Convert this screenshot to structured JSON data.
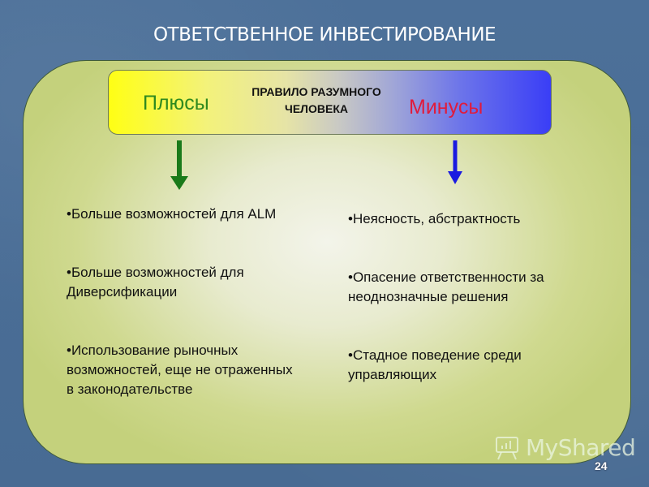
{
  "slide": {
    "title": "ОТВЕТСТВЕННОЕ ИНВЕСТИРОВАНИЕ",
    "page_number": "24"
  },
  "rule_bar": {
    "plus_label": "Плюсы",
    "center_title_line1": "ПРАВИЛО РАЗУМНОГО",
    "center_title_line2": "ЧЕЛОВЕКА",
    "minus_label": "Минусы",
    "colors": {
      "gradient_left": "#ffff14",
      "gradient_right": "#3a3ef6",
      "plus_text": "#2f8a1f",
      "minus_text": "#e01b3c"
    }
  },
  "arrows": {
    "left_color": "#1a7a1a",
    "right_color": "#1a1ae0"
  },
  "pros": [
    "•Больше возможностей для ALM",
    "•Больше возможностей для Диверсификации",
    "•Использование рыночных возможностей, еще не отраженных  в законодательстве"
  ],
  "cons": [
    "•Неясность, абстрактность",
    "•Опасение ответственности за неоднозначные решения",
    "•Стадное поведение среди управляющих"
  ],
  "watermark": {
    "text": "MyShared",
    "icon": "presentation-board-icon"
  }
}
